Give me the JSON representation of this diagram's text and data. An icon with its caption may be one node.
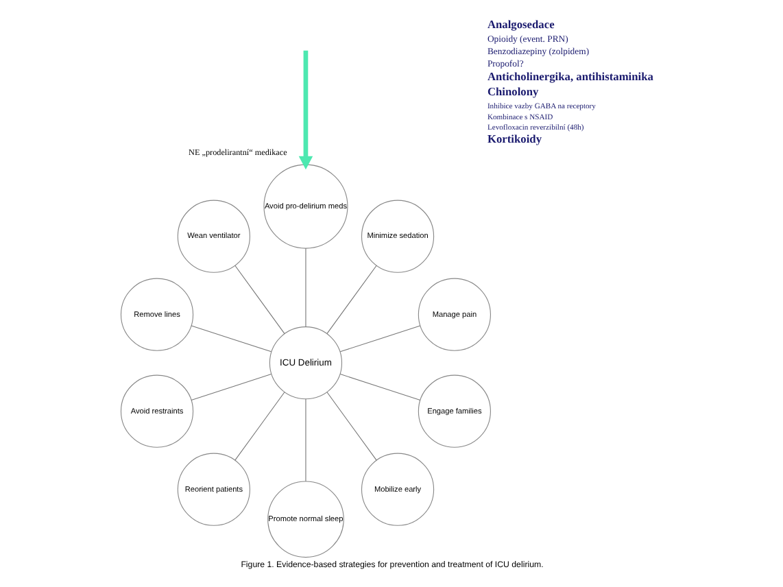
{
  "diagram": {
    "caption": "Figure 1. Evidence-based strategies for prevention and treatment of ICU delirium.",
    "nodes": [
      {
        "text": [
          "ICU Delirium"
        ]
      },
      {
        "text": [
          "Manage pain"
        ]
      },
      {
        "text": [
          "Minimize sedation"
        ]
      },
      {
        "text": [
          "Avoid pro-delirium meds"
        ]
      },
      {
        "text": [
          "Wean ventilator"
        ]
      },
      {
        "text": [
          "Remove lines"
        ]
      },
      {
        "text": [
          "Avoid restraints"
        ]
      },
      {
        "text": [
          "Reorient patients"
        ]
      },
      {
        "text": [
          "Promote normal sleep"
        ]
      },
      {
        "text": [
          "Mobilize early"
        ]
      },
      {
        "text": [
          "Engage families"
        ]
      }
    ],
    "edges": [
      {
        "from": 0,
        "to": 1,
        "arrow": "none"
      },
      {
        "from": 0,
        "to": 2,
        "arrow": "none"
      },
      {
        "from": 0,
        "to": 3,
        "arrow": "none"
      },
      {
        "from": 0,
        "to": 4,
        "arrow": "none"
      },
      {
        "from": 0,
        "to": 5,
        "arrow": "none"
      },
      {
        "from": 0,
        "to": 6,
        "arrow": "none"
      },
      {
        "from": 0,
        "to": 7,
        "arrow": "none"
      },
      {
        "from": 0,
        "to": 8,
        "arrow": "none"
      },
      {
        "from": 0,
        "to": 9,
        "arrow": "none"
      },
      {
        "from": 0,
        "to": 10,
        "arrow": "none"
      },
      {
        "from": null,
        "to": 3,
        "arrow": "to",
        "label": "NE „prodelirantní“ medikace",
        "style": "thick",
        "color": "#4de8b0"
      }
    ],
    "labels": [
      "Analgosedace",
      "Opioidy (event. PRN)",
      "Benzodiazepiny (zolpidem)",
      "Propofol?",
      "Anticholinergika, antihistaminika",
      "Chinolony",
      "Inhibice vazby GABA na receptory",
      "Kombinace s NSAID",
      "Levofloxacin reverzibilní (48h)",
      "Kortikoidy"
    ]
  }
}
